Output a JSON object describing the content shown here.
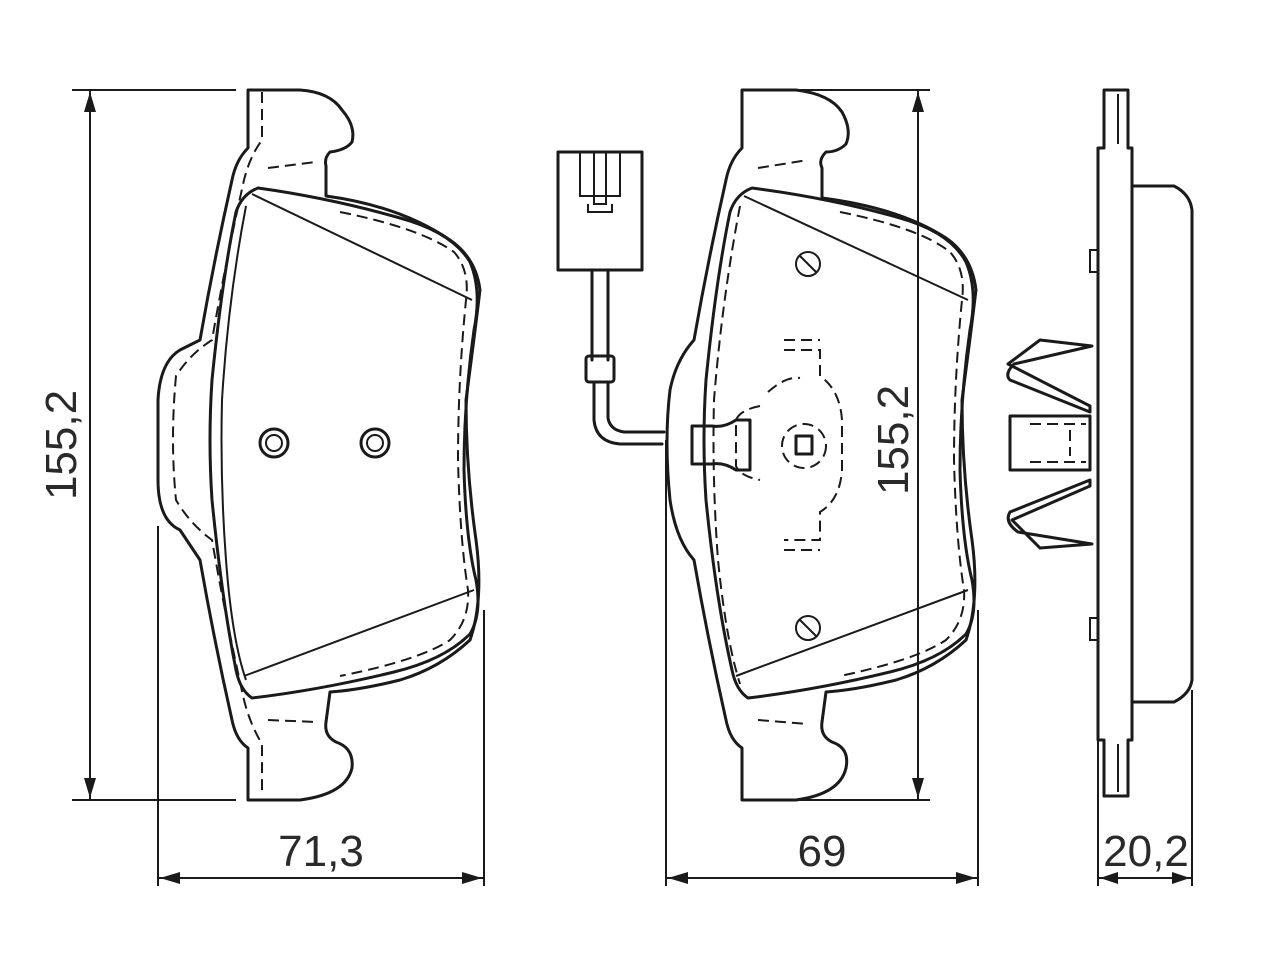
{
  "drawing": {
    "dimensions": {
      "left_pad_height": "155,2",
      "left_pad_width": "71,3",
      "right_pad_height": "155,2",
      "right_pad_width": "69",
      "thickness": "20,2"
    }
  },
  "colors": {
    "line": "#1a1a1a",
    "background": "#ffffff"
  }
}
